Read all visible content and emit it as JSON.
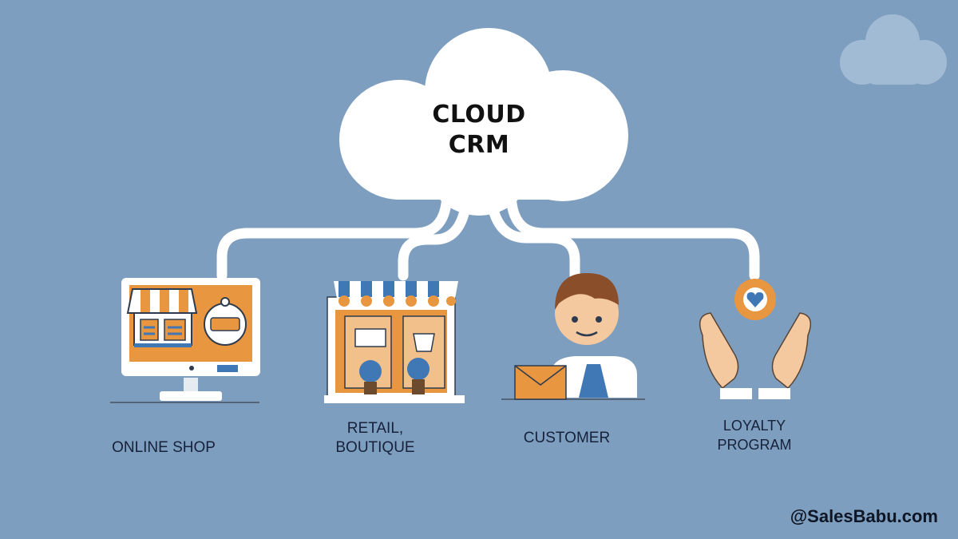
{
  "center": {
    "title_line1": "CLOUD",
    "title_line2": "CRM"
  },
  "nodes": [
    {
      "id": "online-shop",
      "label_lines": [
        "ONLINE SHOP"
      ]
    },
    {
      "id": "retail-boutique",
      "label_lines": [
        "RETAIL,",
        "BOUTIQUE"
      ]
    },
    {
      "id": "customer",
      "label_lines": [
        "CUSTOMER"
      ]
    },
    {
      "id": "loyalty-program",
      "label_lines": [
        "LOYALTY",
        "PROGRAM"
      ]
    }
  ],
  "watermark": "@SalesBabu.com",
  "colors": {
    "background": "#7d9ebf",
    "cloud": "#ffffff",
    "accent_orange": "#e8963f",
    "accent_blue": "#3f78b5",
    "text": "#17223a"
  }
}
